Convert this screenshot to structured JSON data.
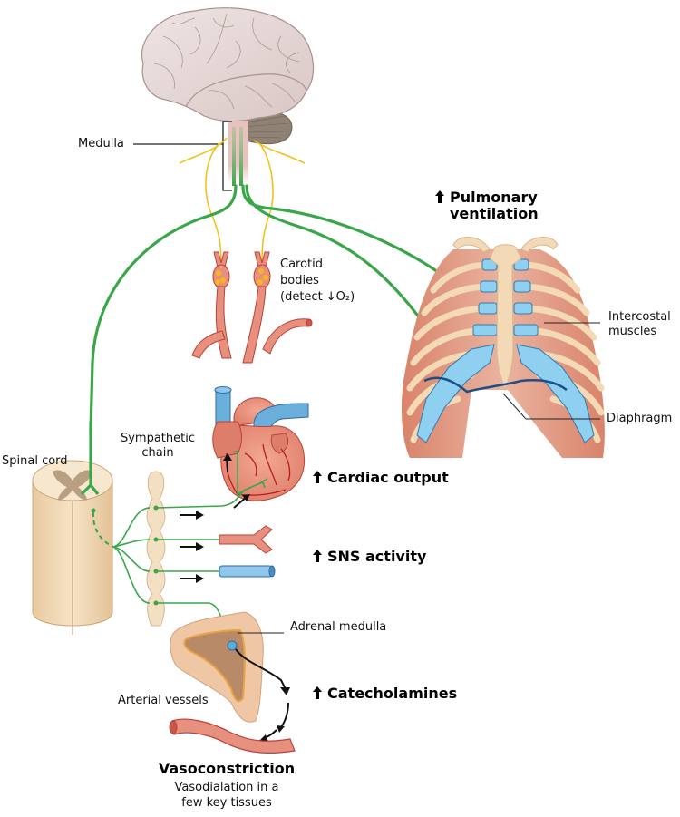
{
  "labels": {
    "medulla": "Medulla",
    "carotid_bodies": [
      "Carotid",
      "bodies",
      "(detect ↓O₂)"
    ],
    "pulmonary_ventilation": [
      "Pulmonary",
      "ventilation"
    ],
    "intercostal_muscles": [
      "Intercostal",
      "muscles"
    ],
    "diaphragm": "Diaphragm",
    "spinal_cord": "Spinal cord",
    "sympathetic_chain": [
      "Sympathetic",
      "chain"
    ],
    "cardiac_output": "Cardiac output",
    "sns_activity": "SNS activity",
    "adrenal_medulla": "Adrenal medulla",
    "catecholamines": "Catecholamines",
    "arterial_vessels": "Arterial vessels",
    "vasoconstriction": "Vasoconstriction",
    "vasodilation_note": [
      "Vasodialation in a",
      "few key tissues"
    ]
  },
  "icons": {
    "increase": "up-arrow-icon",
    "decrease": "down-arrow-icon"
  },
  "colors": {
    "nerve_green": "#3aa64a",
    "sensory_yellow": "#f2c21b",
    "artery_red": "#e07a6a",
    "vein_blue": "#6aaedc",
    "cartilage_blue": "#8fd0f0",
    "bone_beige": "#f3d9b5",
    "muscle_salmon": "#d98b72",
    "brain_pink": "#e6d7d5",
    "diaphragm_navy": "#1f4e86",
    "text": "#111111"
  }
}
